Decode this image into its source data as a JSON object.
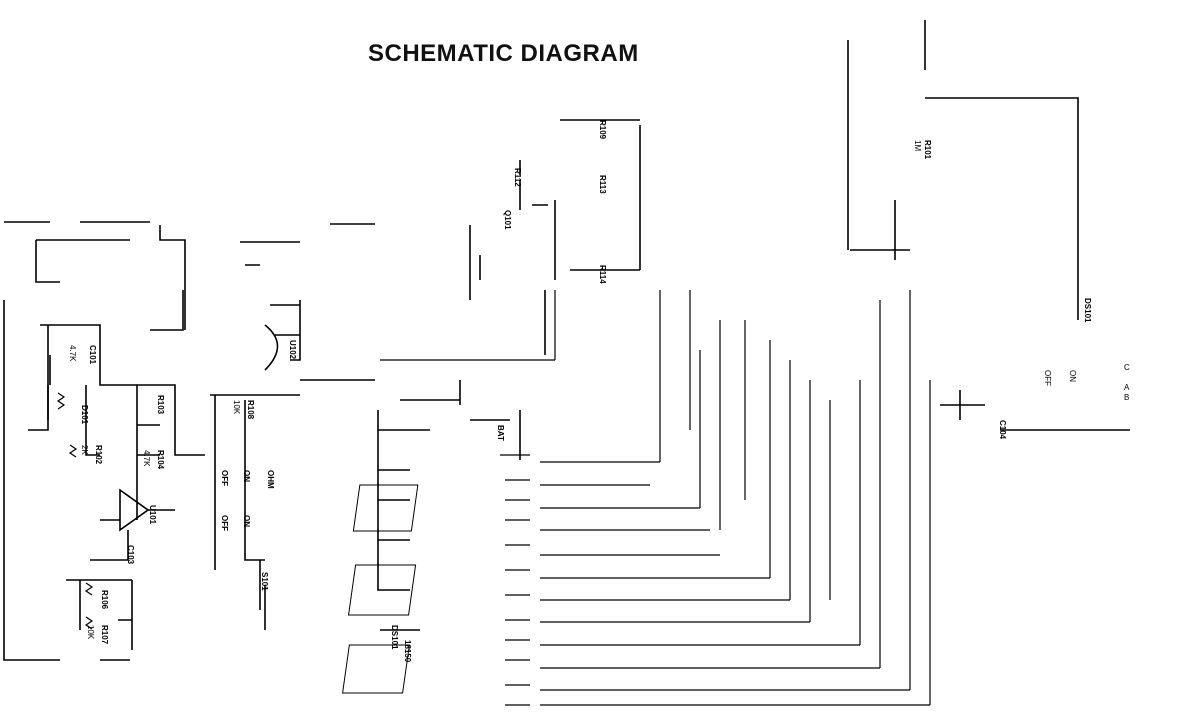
{
  "title": "SCHEMATIC DIAGRAM",
  "labels": {
    "r101": "R101",
    "r102": "R102",
    "r103": "R103",
    "r104": "R104",
    "r106": "R106",
    "r107": "R107",
    "r108": "R108",
    "r109": "R109",
    "r112": "R112",
    "r113": "R113",
    "r114": "R114",
    "c101": "C101",
    "c103": "C103",
    "c104": "C104",
    "u101": "U101",
    "u102": "U102",
    "d101": "D101",
    "q101": "Q101",
    "s101": "S101",
    "ds101": "DS101",
    "bat": "BAT",
    "val_2k": "2K",
    "val_4_7k": "4.7K",
    "val_10k": "10K",
    "val_1m": "1M",
    "ohm": "OHM",
    "chip_code": "18150",
    "off": "OFF",
    "on": "ON",
    "a": "A",
    "b": "B",
    "c": "C"
  }
}
